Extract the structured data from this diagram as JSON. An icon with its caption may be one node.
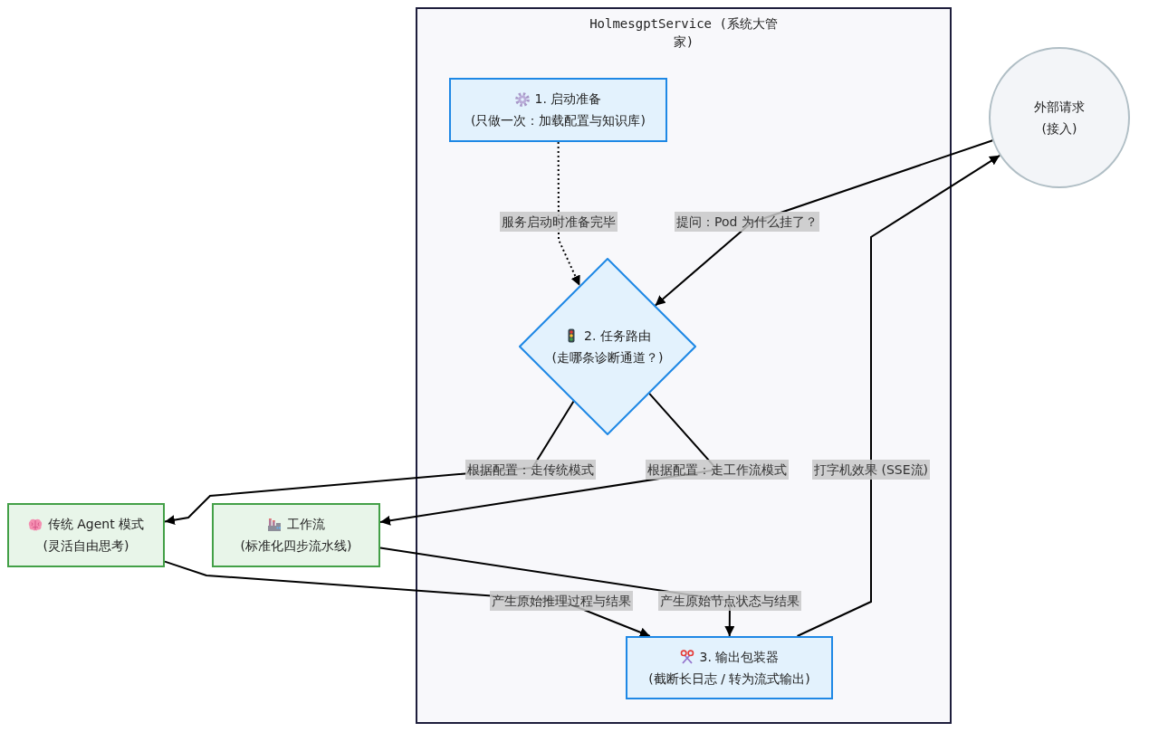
{
  "diagram": {
    "nodes": [
      {
        "text": [
          "HolmesgptService (系统大管家)"
        ]
      },
      {
        "text": [
          "1. 启动准备",
          "(只做一次：加载配置与知识库)"
        ],
        "in": 0
      },
      {
        "text": [
          "2. 任务路由",
          "(走哪条诊断通道？)"
        ],
        "in": 0
      },
      {
        "text": [
          "外部请求",
          "(接入)"
        ]
      },
      {
        "text": [
          "传统 Agent 模式",
          "(灵活自由思考)"
        ]
      },
      {
        "text": [
          "工作流",
          "(标准化四步流水线)"
        ]
      },
      {
        "text": [
          "3. 输出包装器",
          "(截断长日志 / 转为流式输出)"
        ],
        "in": 0
      }
    ],
    "edges": [
      {
        "from": 1,
        "to": 2,
        "arrow": "to",
        "label": "服务启动时准备完毕",
        "style": "dashed"
      },
      {
        "from": 3,
        "to": 2,
        "arrow": "to",
        "label": "提问：Pod 为什么挂了？"
      },
      {
        "from": 2,
        "to": 4,
        "arrow": "to",
        "label": "根据配置：走传统模式"
      },
      {
        "from": 2,
        "to": 5,
        "arrow": "to",
        "label": "根据配置：走工作流模式"
      },
      {
        "from": 4,
        "to": 6,
        "arrow": "to",
        "label": "产生原始推理过程与结果"
      },
      {
        "from": 5,
        "to": 6,
        "arrow": "to",
        "label": "产生原始节点状态与结果"
      },
      {
        "from": 6,
        "to": 3,
        "arrow": "to",
        "label": "打字机效果 (SSE流)"
      }
    ]
  }
}
